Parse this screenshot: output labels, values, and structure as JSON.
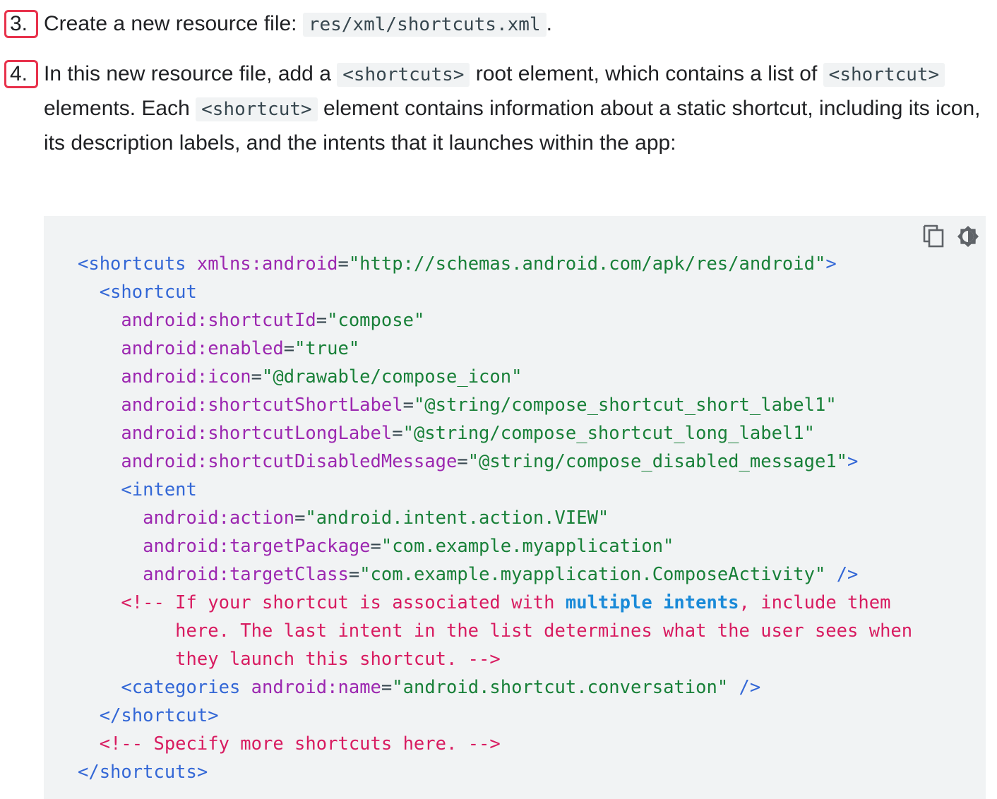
{
  "steps": [
    {
      "number": "3.",
      "text_before": "Create a new resource file: ",
      "code": "res/xml/shortcuts.xml",
      "text_after": "."
    },
    {
      "number": "4.",
      "text_1": "In this new resource file, add a ",
      "code_1": "<shortcuts>",
      "text_2": " root element, which contains a list of ",
      "code_2": "<shortcut>",
      "text_3": " elements. Each ",
      "code_3": "<shortcut>",
      "text_4": " element contains information about a static shortcut, including its icon, its description labels, and the intents that it launches within the app:"
    }
  ],
  "code_toolbar": {
    "copy_icon": "copy-icon",
    "theme_icon": "dark-mode-toggle-icon"
  },
  "code": {
    "l1_tag": "<shortcuts",
    "l1_attr": " xmlns:android",
    "l1_eq": "=",
    "l1_val": "\"http://schemas.android.com/apk/res/android\"",
    "l1_end": ">",
    "l2_tag": "<shortcut",
    "l3_attr": "android:shortcutId",
    "l3_eq": "=",
    "l3_val": "\"compose\"",
    "l4_attr": "android:enabled",
    "l4_eq": "=",
    "l4_val": "\"true\"",
    "l5_attr": "android:icon",
    "l5_eq": "=",
    "l5_val": "\"@drawable/compose_icon\"",
    "l6_attr": "android:shortcutShortLabel",
    "l6_eq": "=",
    "l6_val": "\"@string/compose_shortcut_short_label1\"",
    "l7_attr": "android:shortcutLongLabel",
    "l7_eq": "=",
    "l7_val": "\"@string/compose_shortcut_long_label1\"",
    "l8_attr": "android:shortcutDisabledMessage",
    "l8_eq": "=",
    "l8_val": "\"@string/compose_disabled_message1\"",
    "l8_end": ">",
    "l9_tag": "<intent",
    "l10_attr": "android:action",
    "l10_eq": "=",
    "l10_val": "\"android.intent.action.VIEW\"",
    "l11_attr": "android:targetPackage",
    "l11_eq": "=",
    "l11_val": "\"com.example.myapplication\"",
    "l12_attr": "android:targetClass",
    "l12_eq": "=",
    "l12_val": "\"com.example.myapplication.ComposeActivity\"",
    "l12_end": " />",
    "l13_a": "<!-- If your shortcut is associated with ",
    "l13_b": "multiple",
    "l13_sp": " ",
    "l13_c": "intents",
    "l13_d": ", include them",
    "l14": "here. The last intent in the list determines what the user sees when",
    "l15": "they launch this shortcut. -->",
    "l16_tag": "<categories",
    "l16_attr": " android:name",
    "l16_eq": "=",
    "l16_val": "\"android.shortcut.conversation\"",
    "l16_end": " />",
    "l17_tag": "</shortcut>",
    "l18_cmt": "<!-- Specify more shortcuts here. -->",
    "l19_tag": "</shortcuts>"
  }
}
